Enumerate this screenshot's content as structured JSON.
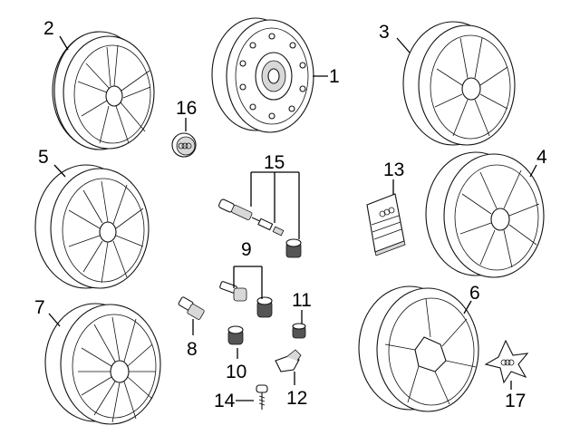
{
  "diagram": {
    "callouts": {
      "c1": "1",
      "c2": "2",
      "c3": "3",
      "c4": "4",
      "c5": "5",
      "c6": "6",
      "c7": "7",
      "c8": "8",
      "c9": "9",
      "c10": "10",
      "c11": "11",
      "c12": "12",
      "c13": "13",
      "c14": "14",
      "c15": "15",
      "c16": "16",
      "c17": "17"
    },
    "icons": {
      "part1": "steel-wheel-icon",
      "part2": "alloy-wheel-5-spoke-icon",
      "part3": "alloy-wheel-double-spoke-icon",
      "part4": "alloy-wheel-split-spoke-icon",
      "part5": "alloy-wheel-10-spoke-icon",
      "part6": "alloy-wheel-turbine-icon",
      "part7": "alloy-wheel-multi-spoke-icon",
      "part8": "valve-stem-icon",
      "part9": "valve-assembly-icon",
      "part10": "valve-cap-icon",
      "part11": "valve-nut-icon",
      "part12": "sensor-clip-icon",
      "part13": "manual-booklet-icon",
      "part14": "bolt-icon",
      "part15": "tpms-valve-kit-icon",
      "part16": "center-cap-icon",
      "part17": "star-center-cap-icon"
    }
  }
}
